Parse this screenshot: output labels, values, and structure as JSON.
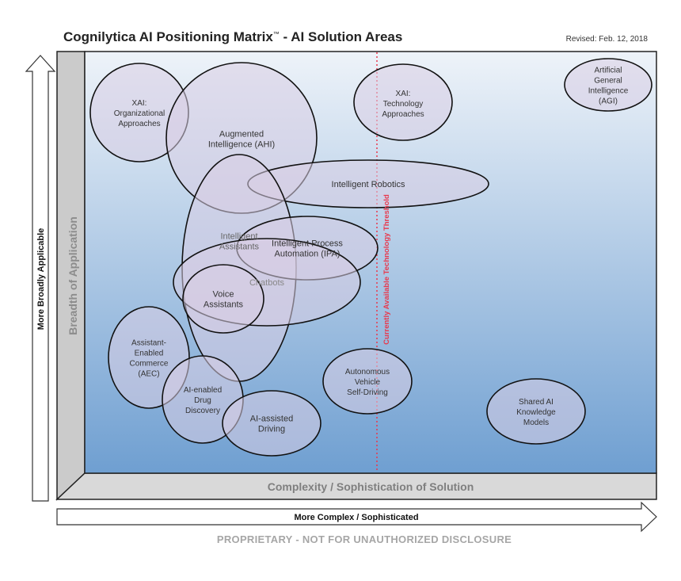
{
  "title_main": "Cognilytica AI Positioning Matrix",
  "title_tm": "™",
  "title_suffix": " - AI Solution Areas",
  "revised": "Revised: Feb. 12, 2018",
  "y_axis_label": "Breadth of Application",
  "x_axis_label": "Complexity / Sophistication of Solution",
  "y_arrow_label": "More Broadly Applicable",
  "x_arrow_label": "More Complex / Sophisticated",
  "threshold_label": "Currently Available Technology Threshold",
  "footer": "PROPRIETARY - NOT FOR UNAUTHORIZED DISCLOSURE",
  "colors": {
    "plot_top": "#eef3f9",
    "plot_bottom": "#6f9fd1",
    "bubble_fill": "#d9cde3",
    "threshold": "#e8394d",
    "wall": "#c9c9c9"
  },
  "areas": [
    {
      "id": "xai-org",
      "lines": [
        "XAI:",
        "Organizational",
        "Approaches"
      ]
    },
    {
      "id": "ahi",
      "lines": [
        "Augmented",
        "Intelligence (AHI)"
      ]
    },
    {
      "id": "xai-tech",
      "lines": [
        "XAI:",
        "Technology",
        "Approaches"
      ]
    },
    {
      "id": "agi",
      "lines": [
        "Artificial",
        "General",
        "Intelligence",
        "(AGI)"
      ]
    },
    {
      "id": "robotics",
      "lines": [
        "Intelligent Robotics"
      ]
    },
    {
      "id": "assistants",
      "lines": [
        "Intelligent",
        "Assistants"
      ]
    },
    {
      "id": "ipa",
      "lines": [
        "Intelligent Process",
        "Automation (IPA)"
      ]
    },
    {
      "id": "chatbots",
      "lines": [
        "Chatbots"
      ]
    },
    {
      "id": "voice",
      "lines": [
        "Voice",
        "Assistants"
      ]
    },
    {
      "id": "aec",
      "lines": [
        "Assistant-",
        "Enabled",
        "Commerce",
        "(AEC)"
      ]
    },
    {
      "id": "drug",
      "lines": [
        "AI-enabled",
        "Drug",
        "Discovery"
      ]
    },
    {
      "id": "driving",
      "lines": [
        "AI-assisted",
        "Driving"
      ]
    },
    {
      "id": "autonomous",
      "lines": [
        "Autonomous",
        "Vehicle",
        "Self-Driving"
      ]
    },
    {
      "id": "shared",
      "lines": [
        "Shared AI",
        "Knowledge",
        "Models"
      ]
    }
  ]
}
